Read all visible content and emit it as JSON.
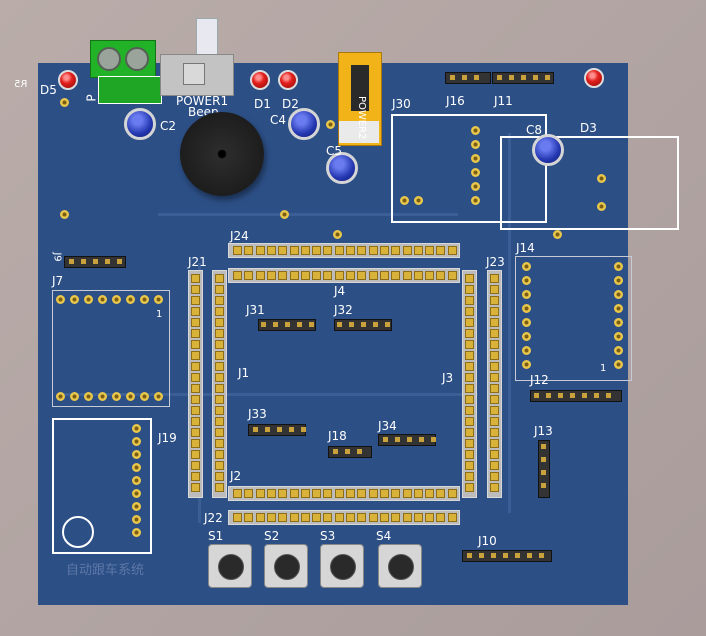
{
  "board": {
    "color": "#2c4f86",
    "silk_color": "#ffffff",
    "watermark": "自动跟车系统"
  },
  "labels": {
    "d5": "D5",
    "r5": "R5",
    "p": "P",
    "c2": "C2",
    "power1": "POWER1",
    "beep": "Beep",
    "d1": "D1",
    "d2": "D2",
    "c4": "C4",
    "c5": "C5",
    "power2": "POWER2",
    "j30": "J30",
    "j16": "J16",
    "j11": "J11",
    "c8": "C8",
    "d3": "D3",
    "j24": "J24",
    "j9": "J9",
    "j7": "J7",
    "j7_pin1": "1",
    "j21": "J21",
    "j4": "J4",
    "j23": "J23",
    "j14": "J14",
    "j14_pin1": "1",
    "j31": "J31",
    "j32": "J32",
    "j1": "J1",
    "j3": "J3",
    "j12": "J12",
    "j33": "J33",
    "j34": "J34",
    "j19": "J19",
    "j18": "J18",
    "j13": "J13",
    "j2": "J2",
    "j22": "J22",
    "j10": "J10",
    "s1": "S1",
    "s2": "S2",
    "s3": "S3",
    "s4": "S4"
  }
}
